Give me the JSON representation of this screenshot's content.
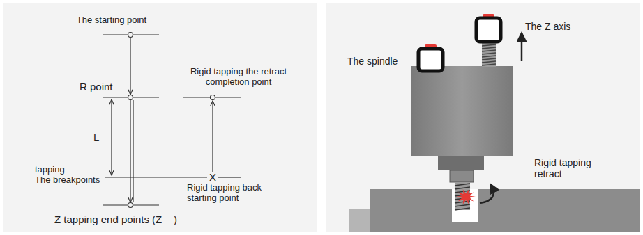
{
  "diagram": {
    "labels": [
      "The starting point",
      "R point",
      "Rigid tapping the retract completion point",
      "L",
      "tapping The breakpoints",
      "X",
      "Rigid tapping back starting point",
      "Z tapping end points (Z__)",
      "The Z axis",
      "The spindle",
      "Rigid tapping retract"
    ]
  }
}
